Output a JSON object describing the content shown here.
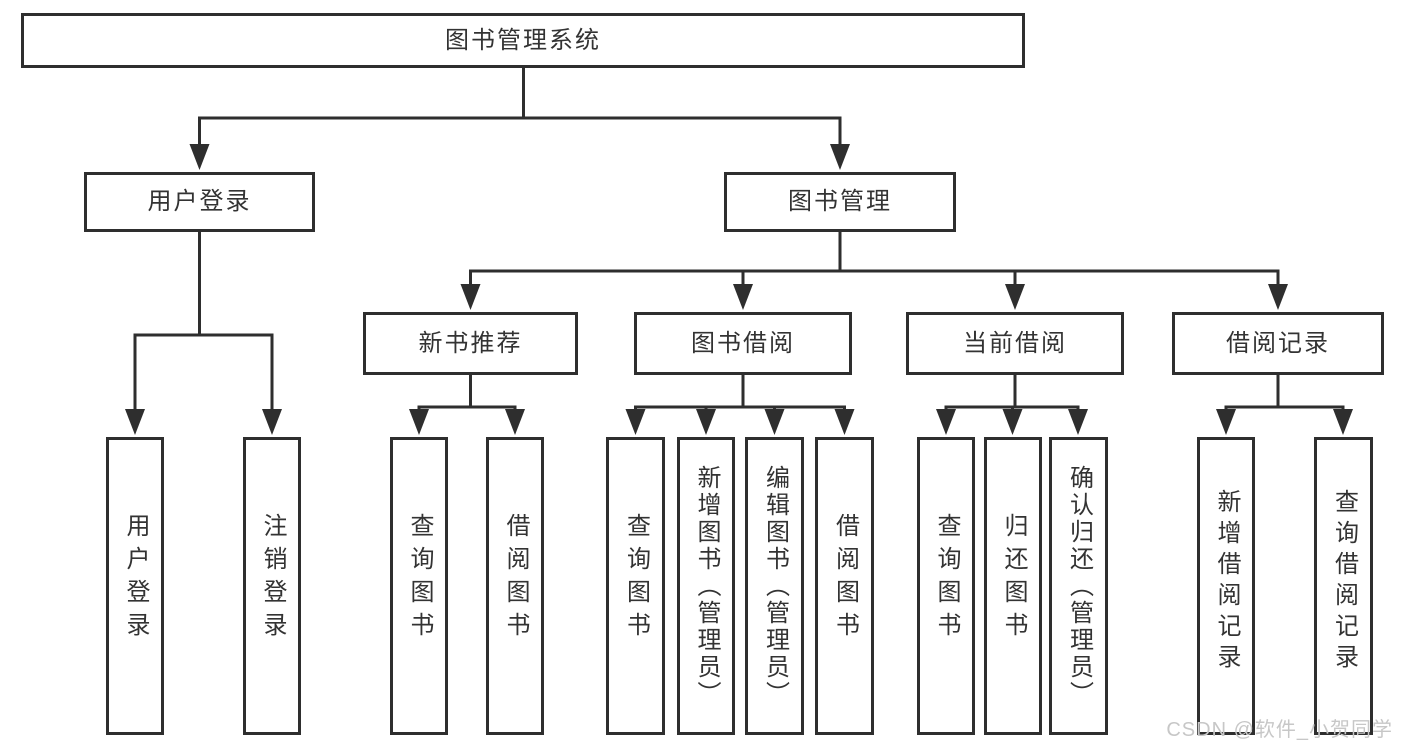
{
  "watermark": "CSDN @软件_小贺同学",
  "colors": {
    "line": "#2e2e2e",
    "box_background": "#ffffff",
    "text": "#333333",
    "watermark": "#c7c7c7"
  },
  "tree": {
    "label": "图书管理系统",
    "children": [
      {
        "label": "用户登录",
        "children": [
          {
            "label": "用户登录"
          },
          {
            "label": "注销登录"
          }
        ]
      },
      {
        "label": "图书管理",
        "children": [
          {
            "label": "新书推荐",
            "children": [
              {
                "label": "查询图书"
              },
              {
                "label": "借阅图书"
              }
            ]
          },
          {
            "label": "图书借阅",
            "children": [
              {
                "label": "查询图书"
              },
              {
                "label": "新增图书（管理员）"
              },
              {
                "label": "编辑图书（管理员）"
              },
              {
                "label": "借阅图书"
              }
            ]
          },
          {
            "label": "当前借阅",
            "children": [
              {
                "label": "查询图书"
              },
              {
                "label": "归还图书"
              },
              {
                "label": "确认归还（管理员）"
              }
            ]
          },
          {
            "label": "借阅记录",
            "children": [
              {
                "label": "新增借阅记录"
              },
              {
                "label": "查询借阅记录"
              }
            ]
          }
        ]
      }
    ]
  }
}
